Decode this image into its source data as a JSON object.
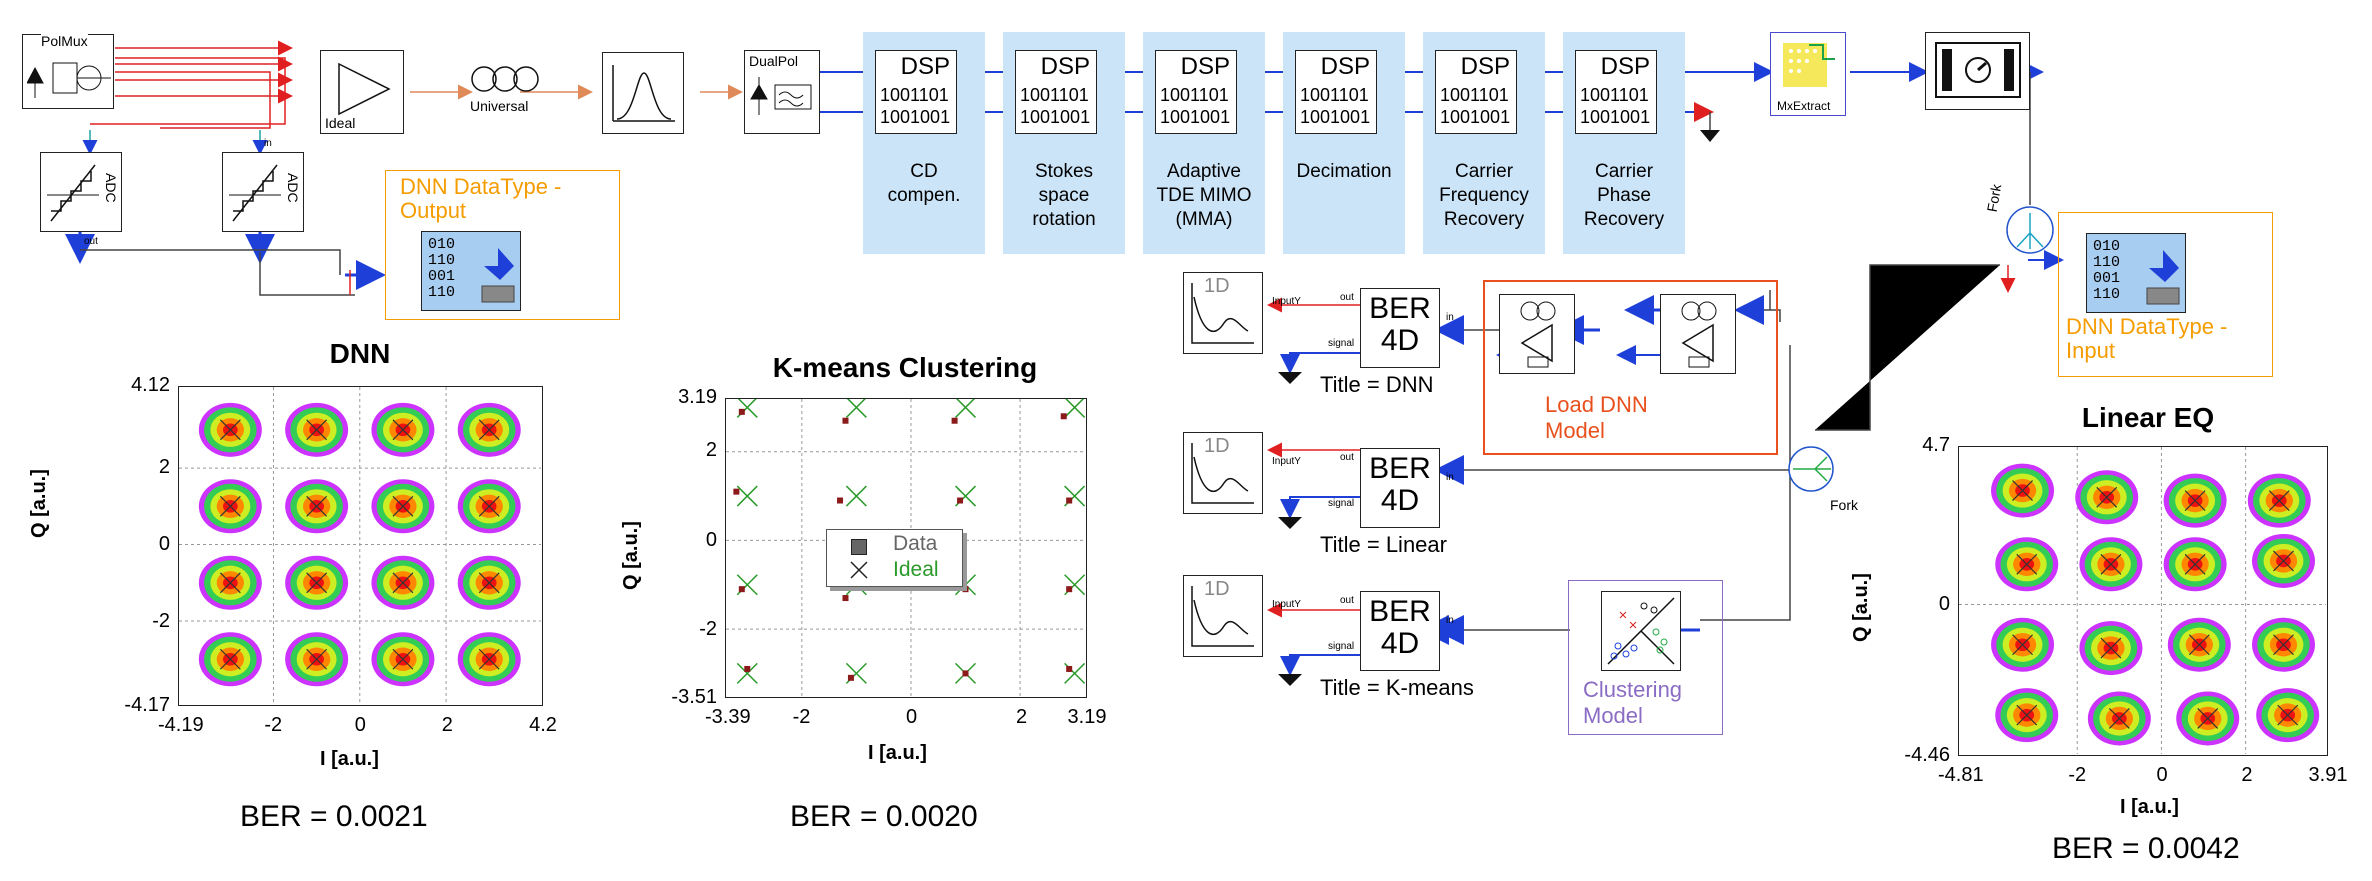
{
  "colors": {
    "dsp_bg": "#cce4f7",
    "signal_blue": "#1f3fd9",
    "signal_red": "#e02020",
    "orange": "#f59c00",
    "purple": "#8b6cc4",
    "dnn_frame": "#e8501e"
  },
  "top_chain": {
    "polmux": "PolMux",
    "amp": "Ideal",
    "fiber": "Universal",
    "dualpol": "DualPol",
    "adc": "ADC",
    "adc_port_in": "in",
    "adc_port_out": "out",
    "mxextract": "MxExtract",
    "fork": "Fork"
  },
  "dsp_blocks": [
    {
      "title": "DSP",
      "bits1": "1001101",
      "bits2": "1001001",
      "label": "CD\ncompen."
    },
    {
      "title": "DSP",
      "bits1": "1001101",
      "bits2": "1001001",
      "label": "Stokes\nspace\nrotation"
    },
    {
      "title": "DSP",
      "bits1": "1001101",
      "bits2": "1001001",
      "label": "Adaptive\nTDE MIMO\n(MMA)"
    },
    {
      "title": "DSP",
      "bits1": "1001101",
      "bits2": "1001001",
      "label": "Decimation"
    },
    {
      "title": "DSP",
      "bits1": "1001101",
      "bits2": "1001001",
      "label": "Carrier\nFrequency\nRecovery"
    },
    {
      "title": "DSP",
      "bits1": "1001101",
      "bits2": "1001001",
      "label": "Carrier\nPhase\nRecovery"
    }
  ],
  "datatype_output": {
    "label": "DNN DataType -\nOutput",
    "bits": "010\n110\n001\n110"
  },
  "datatype_input": {
    "label": "DNN DataType -\nInput",
    "bits": "010\n110\n001\n110"
  },
  "ber_blocks": [
    {
      "line1": "BER",
      "line2": "4D",
      "title": "Title = DNN",
      "port_out": "out",
      "port_signal": "signal",
      "port_in": "in",
      "viz_label": "1D",
      "viz_port": "InputY"
    },
    {
      "line1": "BER",
      "line2": "4D",
      "title": "Title = Linear",
      "port_out": "out",
      "port_signal": "signal",
      "port_in": "in",
      "viz_label": "1D",
      "viz_port": "InputY"
    },
    {
      "line1": "BER",
      "line2": "4D",
      "title": "Title = K-means",
      "port_out": "out",
      "port_signal": "signal",
      "port_in": "in",
      "viz_label": "1D",
      "viz_port": "InputY"
    }
  ],
  "load_dnn": "Load DNN\nModel",
  "clustering": "Clustering\nModel",
  "fork2": "Fork",
  "plots": {
    "dnn": {
      "title": "DNN",
      "xlabel": "I [a.u.]",
      "ylabel": "Q [a.u.]",
      "xticks": [
        "-4.19",
        "-2",
        "0",
        "2",
        "4.2"
      ],
      "yticks": [
        "4.12",
        "2",
        "0",
        "-2",
        "-4.17"
      ],
      "ber": "BER = 0.0021"
    },
    "kmeans": {
      "title": "K-means Clustering",
      "xlabel": "I [a.u.]",
      "ylabel": "Q [a.u.]",
      "xticks": [
        "-3.39",
        "-2",
        "0",
        "2",
        "3.19"
      ],
      "yticks": [
        "3.19",
        "2",
        "0",
        "-2",
        "-3.51"
      ],
      "legend_data": "Data",
      "legend_ideal": "Ideal",
      "ber": "BER = 0.0020"
    },
    "linear": {
      "title": "Linear EQ",
      "xlabel": "I [a.u.]",
      "ylabel": "Q [a.u.]",
      "xticks": [
        "-4.81",
        "-2",
        "0",
        "2",
        "3.91"
      ],
      "yticks": [
        "4.7",
        "0",
        "-4.46"
      ],
      "ber": "BER = 0.0042"
    }
  },
  "chart_data": [
    {
      "type": "scatter",
      "title": "DNN",
      "xlabel": "I [a.u.]",
      "ylabel": "Q [a.u.]",
      "xlim": [
        -4.19,
        4.2
      ],
      "ylim": [
        -4.17,
        4.12
      ],
      "series": [
        {
          "name": "",
          "values_x": [
            -3,
            -1,
            1,
            3,
            -3,
            -1,
            1,
            3,
            -3,
            -1,
            1,
            3,
            -3,
            -1,
            1,
            3
          ],
          "values_y": [
            3,
            3,
            3,
            3,
            1,
            1,
            1,
            1,
            -1,
            -1,
            -1,
            -1,
            -3,
            -3,
            -3,
            -3
          ]
        }
      ]
    },
    {
      "type": "scatter",
      "title": "K-means Clustering",
      "xlabel": "I [a.u.]",
      "ylabel": "Q [a.u.]",
      "xlim": [
        -3.39,
        3.19
      ],
      "ylim": [
        -3.51,
        3.19
      ],
      "series": [
        {
          "name": "Data",
          "values_x": [
            -3.1,
            -1.2,
            0.8,
            2.8,
            -3.2,
            -1.3,
            0.9,
            2.9,
            -3.1,
            -1.2,
            1.0,
            2.9,
            -3.0,
            -1.1,
            1.0,
            2.9
          ],
          "values_y": [
            2.9,
            2.7,
            2.7,
            2.8,
            1.1,
            0.9,
            0.9,
            0.9,
            -1.1,
            -1.3,
            -1.1,
            -1.1,
            -2.9,
            -3.1,
            -3.0,
            -2.9
          ]
        },
        {
          "name": "Ideal",
          "values_x": [
            -3,
            -1,
            1,
            3,
            -3,
            -1,
            1,
            3,
            -3,
            -1,
            1,
            3,
            -3,
            -1,
            1,
            3
          ],
          "values_y": [
            3,
            3,
            3,
            3,
            1,
            1,
            1,
            1,
            -1,
            -1,
            -1,
            -1,
            -3,
            -3,
            -3,
            -3
          ]
        }
      ]
    },
    {
      "type": "scatter",
      "title": "Linear EQ",
      "xlabel": "I [a.u.]",
      "ylabel": "Q [a.u.]",
      "xlim": [
        -4.81,
        3.91
      ],
      "ylim": [
        -4.46,
        4.7
      ],
      "series": [
        {
          "name": "",
          "values_x": [
            -3.3,
            -1.3,
            0.8,
            2.8,
            -3.2,
            -1.2,
            0.8,
            2.9,
            -3.3,
            -1.2,
            0.9,
            2.9,
            -3.2,
            -1.0,
            1.1,
            3.0
          ],
          "values_y": [
            3.4,
            3.2,
            3.1,
            3.1,
            1.2,
            1.2,
            1.2,
            1.3,
            -1.2,
            -1.3,
            -1.2,
            -1.2,
            -3.3,
            -3.4,
            -3.4,
            -3.3
          ]
        }
      ]
    }
  ]
}
